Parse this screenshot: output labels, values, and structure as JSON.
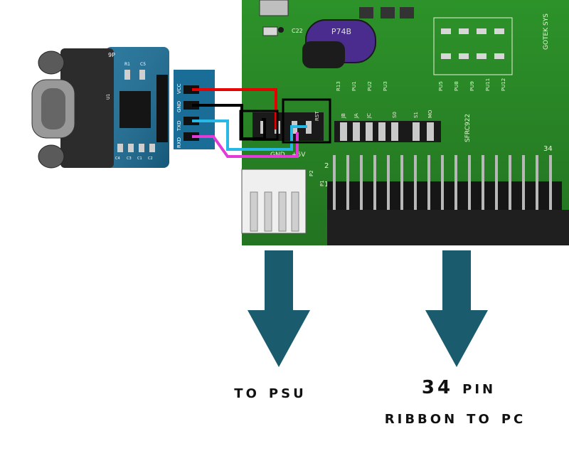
{
  "labels": {
    "psu_caption": "TO PSU",
    "pc_caption_line1": "34 PIN",
    "pc_caption_line2": "RIBBON TO PC"
  },
  "serial_module": {
    "connector": "9P",
    "pins": [
      "RXD",
      "TXD",
      "GND",
      "VCC"
    ],
    "components": [
      "R1",
      "C5",
      "U1",
      "C4",
      "C3",
      "C1",
      "C2"
    ]
  },
  "gotek_board": {
    "brand_text": "GOTEK SYS",
    "chip_label": "SFRC922",
    "header_labels": [
      "JB",
      "JA",
      "JC",
      "S0",
      "S1",
      "MO"
    ],
    "header_numbers": [
      "2",
      "34",
      "1"
    ],
    "part_labels": [
      "P2",
      "P1",
      "C22",
      "R13",
      "PU1",
      "PU2",
      "PU3",
      "PU5",
      "PU8",
      "PU9",
      "PU11",
      "PU12",
      "RST"
    ],
    "power_labels": [
      "+5V",
      "GND"
    ],
    "capacitor_text": "P74B"
  },
  "wires": [
    {
      "name": "vcc",
      "color": "#e60000"
    },
    {
      "name": "gnd",
      "color": "#000000"
    },
    {
      "name": "txd",
      "color": "#27b8e6"
    },
    {
      "name": "rxd",
      "color": "#e23bd8"
    }
  ],
  "arrows": {
    "color": "#1a5c6e"
  },
  "pcb_color": "#2f9a2c"
}
